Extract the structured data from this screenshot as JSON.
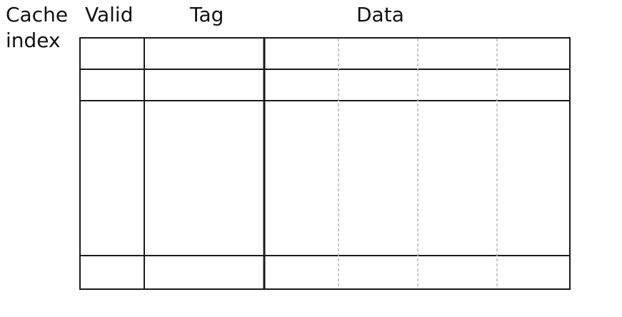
{
  "headers": {
    "cache_index_line1": "Cache",
    "cache_index_line2": "index",
    "valid": "Valid",
    "tag": "Tag",
    "data": "Data"
  },
  "table": {
    "columns": [
      "Valid",
      "Tag",
      "Data"
    ],
    "data_subdivisions": 4,
    "visible_row_groups": [
      "row",
      "row",
      "elided-rows",
      "row"
    ]
  },
  "colors": {
    "line": "#1a1a1a",
    "dashed_line": "#b5b5b5",
    "background": "#ffffff"
  }
}
